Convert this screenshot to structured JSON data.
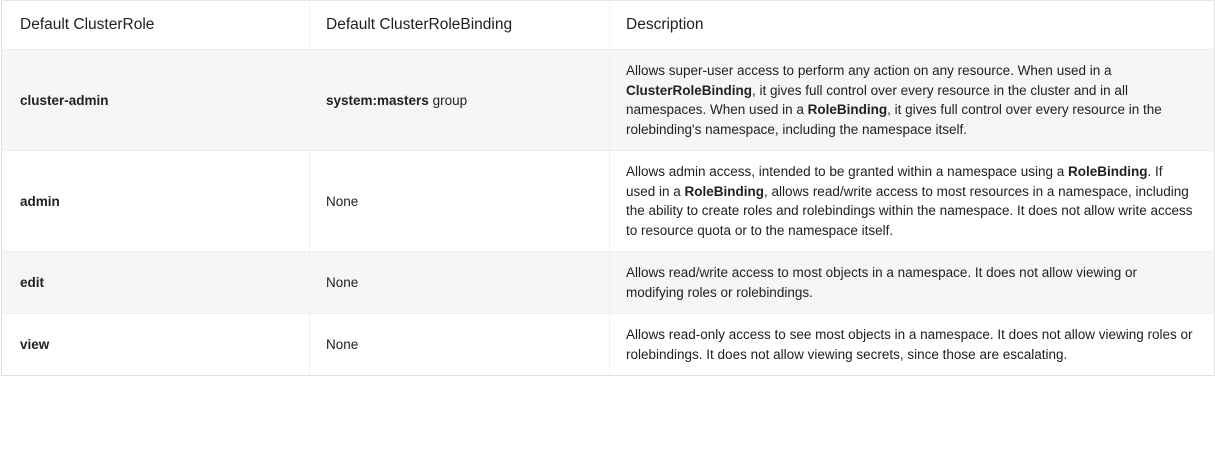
{
  "table": {
    "columns": [
      {
        "key": "role",
        "header": "Default ClusterRole"
      },
      {
        "key": "binding",
        "header": "Default ClusterRoleBinding"
      },
      {
        "key": "description",
        "header": "Description"
      }
    ],
    "rows": [
      {
        "role": "cluster-admin",
        "binding_bold": "system:masters",
        "binding_rest": " group",
        "description_parts": [
          {
            "text": "Allows super-user access to perform any action on any resource. When used in a ",
            "bold": false
          },
          {
            "text": "ClusterRoleBinding",
            "bold": true
          },
          {
            "text": ", it gives full control over every resource in the cluster and in all namespaces. When used in a ",
            "bold": false
          },
          {
            "text": "RoleBinding",
            "bold": true
          },
          {
            "text": ", it gives full control over every resource in the rolebinding's namespace, including the namespace itself.",
            "bold": false
          }
        ]
      },
      {
        "role": "admin",
        "binding_bold": "",
        "binding_rest": "None",
        "description_parts": [
          {
            "text": "Allows admin access, intended to be granted within a namespace using a ",
            "bold": false
          },
          {
            "text": "RoleBinding",
            "bold": true
          },
          {
            "text": ". If used in a ",
            "bold": false
          },
          {
            "text": "RoleBinding",
            "bold": true
          },
          {
            "text": ", allows read/write access to most resources in a namespace, including the ability to create roles and rolebindings within the namespace. It does not allow write access to resource quota or to the namespace itself.",
            "bold": false
          }
        ]
      },
      {
        "role": "edit",
        "binding_bold": "",
        "binding_rest": "None",
        "description_parts": [
          {
            "text": "Allows read/write access to most objects in a namespace. It does not allow viewing or modifying roles or rolebindings.",
            "bold": false
          }
        ]
      },
      {
        "role": "view",
        "binding_bold": "",
        "binding_rest": "None",
        "description_parts": [
          {
            "text": "Allows read-only access to see most objects in a namespace. It does not allow viewing roles or rolebindings. It does not allow viewing secrets, since those are escalating.",
            "bold": false
          }
        ]
      }
    ]
  },
  "colors": {
    "text": "#202124",
    "row_shaded_bg": "#f6f6f6",
    "row_plain_bg": "#ffffff",
    "border": "#e0e0e0"
  }
}
